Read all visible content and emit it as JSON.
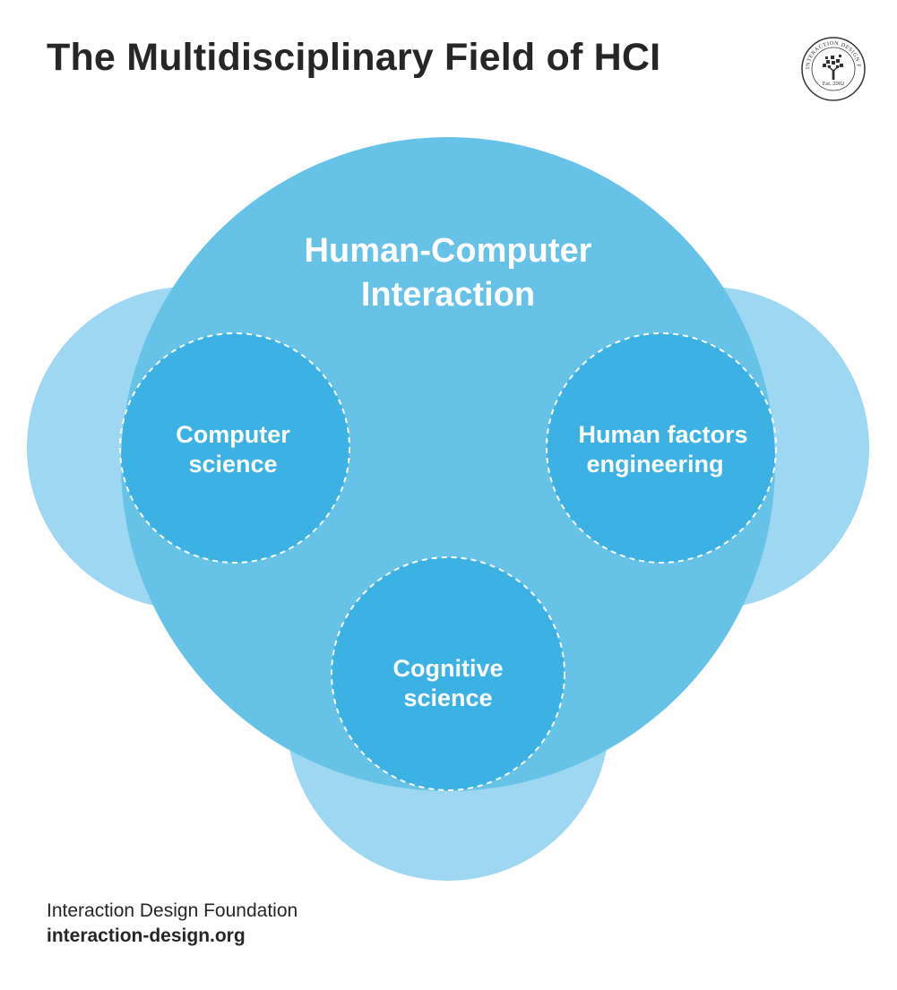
{
  "title": "The Multidisciplinary Field of HCI",
  "logo": {
    "ring_text": "INTERACTION DESIGN FOUNDATION",
    "est": "Est. 2002",
    "icon": "tree-icon"
  },
  "diagram": {
    "central": {
      "line1": "Human-Computer",
      "line2": "Interaction"
    },
    "left": {
      "line1": "Computer",
      "line2": "science"
    },
    "right": {
      "line1": "Human factors",
      "line2": "engineering"
    },
    "bottom": {
      "line1": "Cognitive",
      "line2": "science"
    }
  },
  "footer": {
    "org": "Interaction Design Foundation",
    "url": "interaction-design.org"
  },
  "colors": {
    "outer_circle": "#9dd7f1",
    "main_circle": "#67c2e8",
    "overlap": "#3cb2e4",
    "text_dark": "#262626"
  }
}
